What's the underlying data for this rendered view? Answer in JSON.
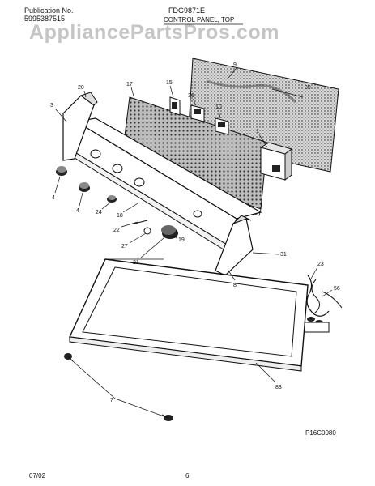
{
  "header": {
    "publication_label": "Publication No.",
    "publication_number": "5995387515",
    "model": "FDG9871E",
    "section": "CONTROL PANEL, TOP"
  },
  "watermark": "AppliancePartsPros.com",
  "callouts": {
    "c9": "9",
    "c20": "20",
    "c17": "17",
    "c15": "15",
    "c36": "36",
    "c10": "10",
    "c39": "39",
    "c3": "3",
    "c1": "1",
    "c4a": "4",
    "c4b": "4",
    "c24": "24",
    "c18": "18",
    "c22": "22",
    "c27": "27",
    "c19": "19",
    "c21": "21",
    "c31": "31",
    "c8": "8",
    "c23": "23",
    "c56": "56",
    "c83": "83",
    "c7": "7"
  },
  "figure_code": "P16C0080",
  "footer": {
    "date": "07/02",
    "page": "6"
  }
}
